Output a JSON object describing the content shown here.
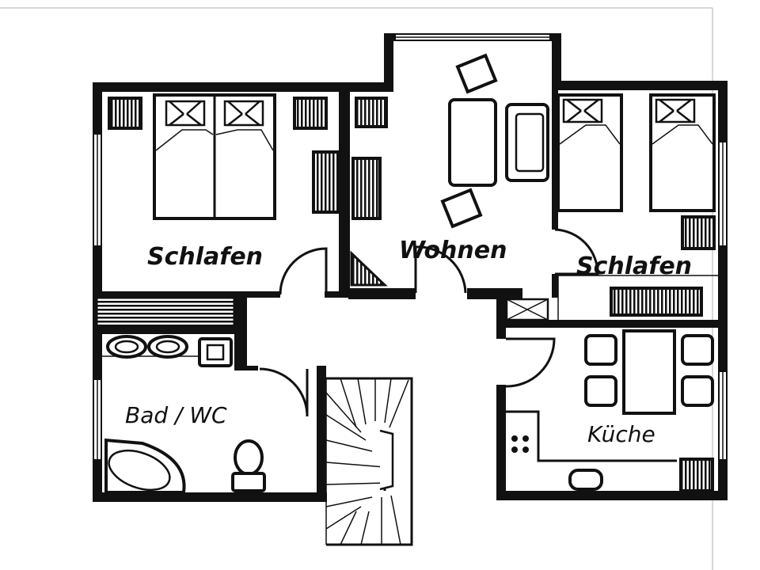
{
  "rooms": {
    "bedroom_left": "Schlafen",
    "living": "Wohnen",
    "bedroom_right": "Schlafen",
    "bath": "Bad / WC",
    "kitchen": "Küche"
  },
  "colors": {
    "wall": "#111111",
    "background": "#ffffff",
    "border": "#cccccc"
  }
}
